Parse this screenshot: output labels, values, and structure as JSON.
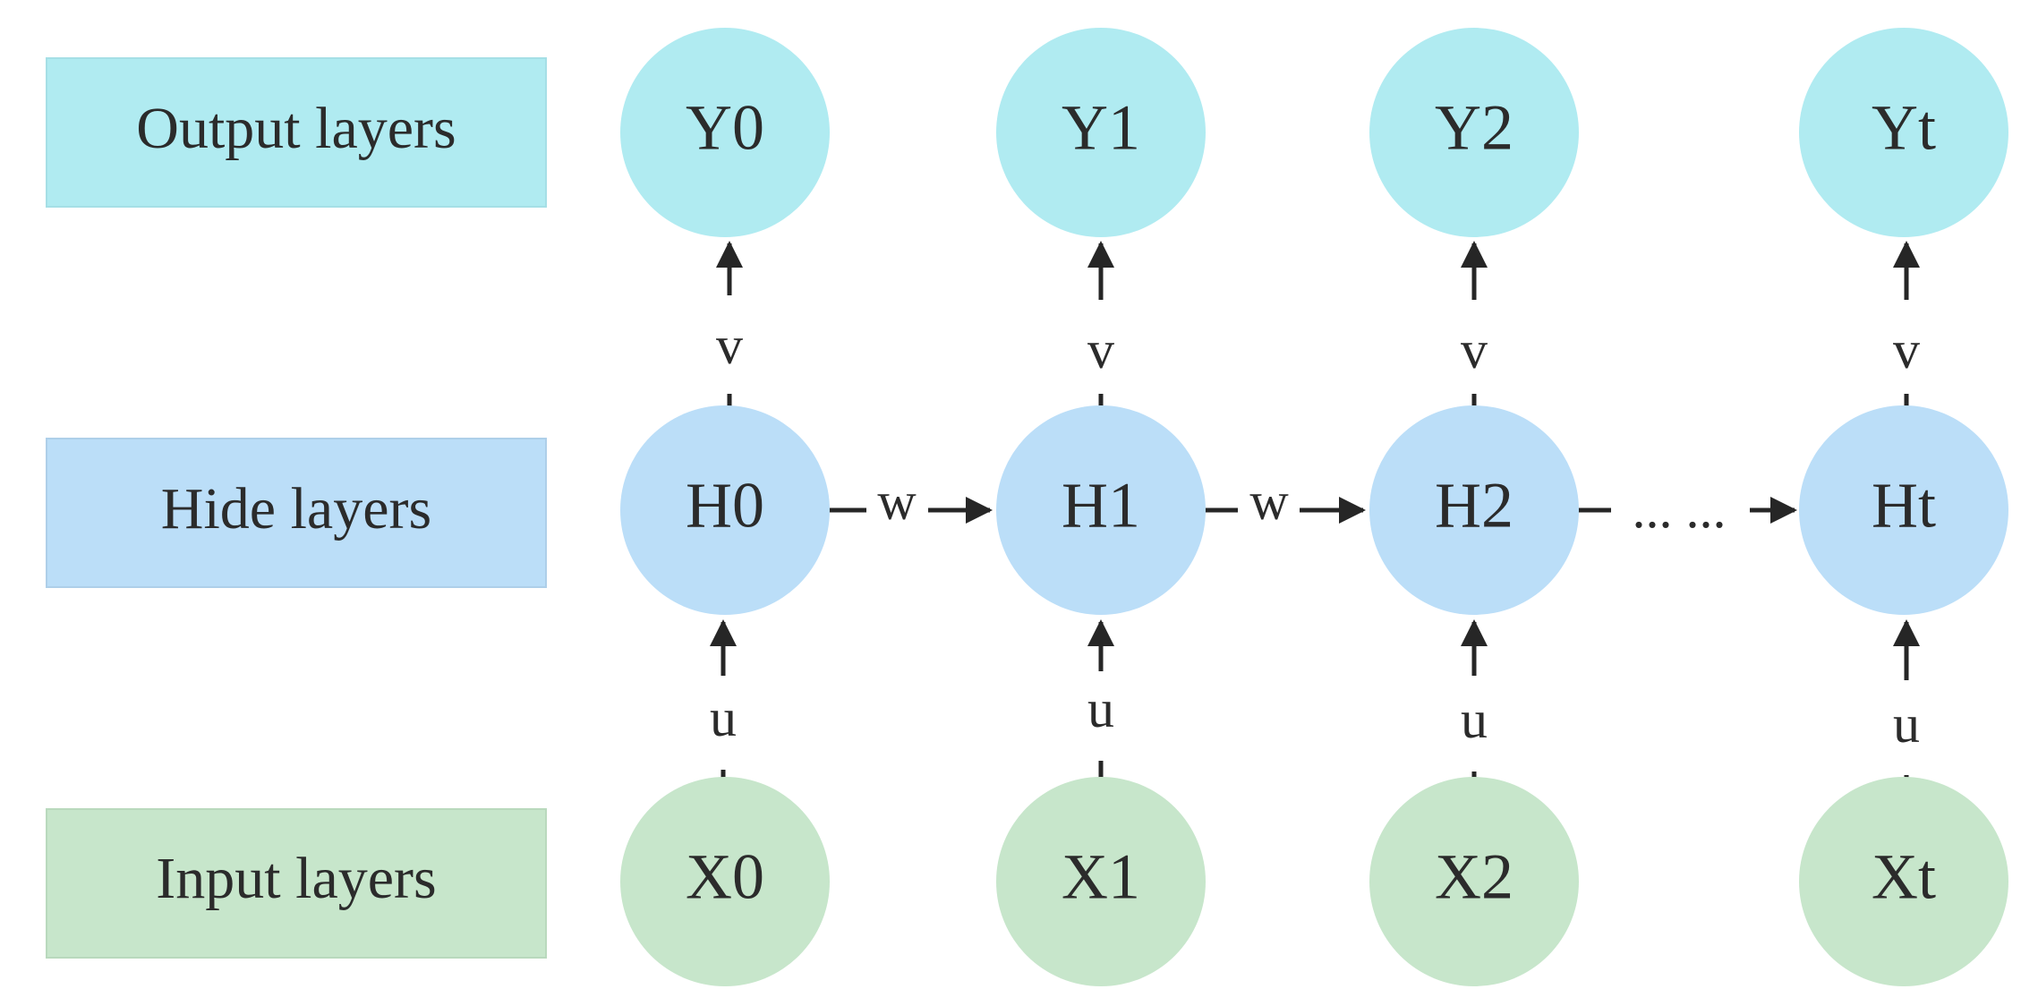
{
  "colors": {
    "output": "#b0ebf1",
    "hidden": "#bbdef8",
    "input": "#c7e6cb",
    "arrow": "#262626"
  },
  "layers": {
    "output_label": "Output layers",
    "hidden_label": "Hide layers",
    "input_label": "Input layers"
  },
  "nodes": {
    "output": [
      "Y0",
      "Y1",
      "Y2",
      "Yt"
    ],
    "hidden": [
      "H0",
      "H1",
      "H2",
      "Ht"
    ],
    "input": [
      "X0",
      "X1",
      "X2",
      "Xt"
    ]
  },
  "edges": {
    "output_weight": "v",
    "input_weight": "u",
    "recurrent_weight": "w",
    "ellipsis": "... ..."
  }
}
